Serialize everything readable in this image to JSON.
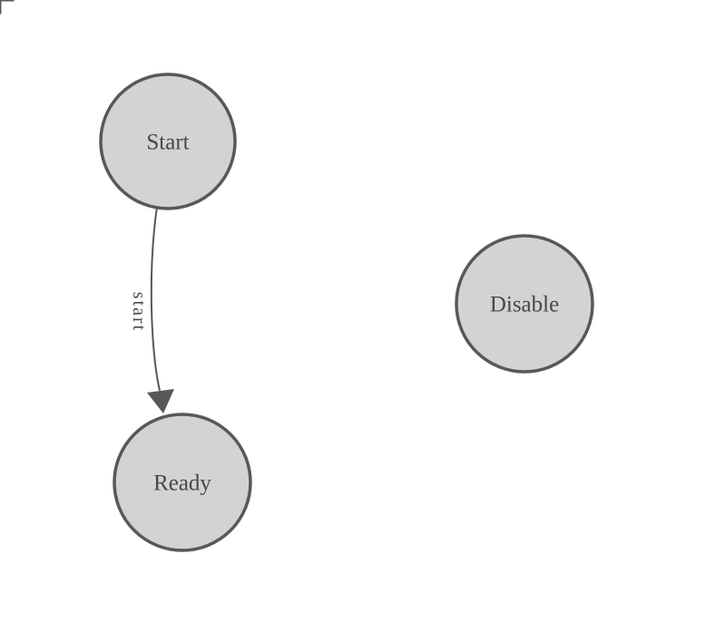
{
  "canvas": {
    "background": "#ffffff",
    "corner_mark_color": "#58585a"
  },
  "diagram": {
    "type": "state-diagram",
    "colors": {
      "node_fill": "#d3d3d4",
      "node_stroke": "#58585a",
      "node_text": "#47474c",
      "edge_stroke": "#58585a",
      "edge_label_text": "#4a4a4f"
    },
    "nodes": [
      {
        "id": "start",
        "label": "Start"
      },
      {
        "id": "ready",
        "label": "Ready"
      },
      {
        "id": "disable",
        "label": "Disable"
      }
    ],
    "edges": [
      {
        "from": "start",
        "to": "ready",
        "label": "start"
      }
    ]
  }
}
